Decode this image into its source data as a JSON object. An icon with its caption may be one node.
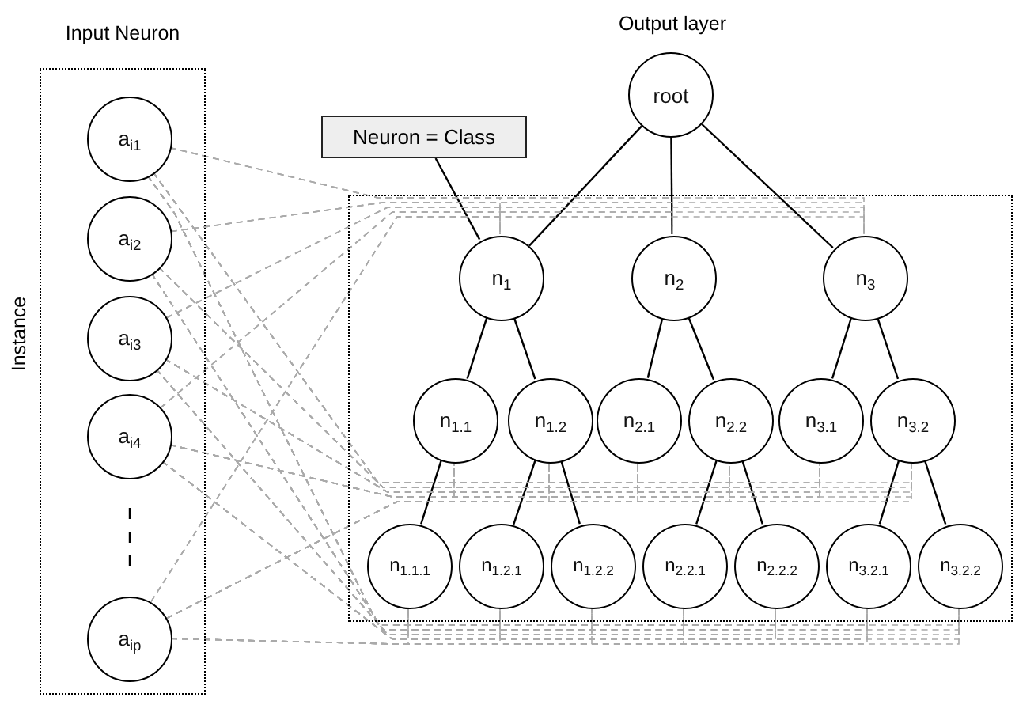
{
  "diagram": {
    "nodes": [
      {
        "text": [
          "Input Neuron"
        ],
        "beside": [
          "Instance"
        ]
      },
      {
        "text": [
          "a$_{i1}$"
        ],
        "in": 0
      },
      {
        "text": [
          "a$_{i2}$"
        ],
        "in": 0
      },
      {
        "text": [
          "a$_{i3}$"
        ],
        "in": 0
      },
      {
        "text": [
          "a$_{i4}$"
        ],
        "in": 0
      },
      {
        "text": [
          "a$_{ip}$"
        ],
        "in": 0
      },
      {
        "text": [
          "Neuron = Class"
        ]
      },
      {
        "text": [
          "root"
        ]
      },
      {
        "text": [],
        "shape": "box"
      },
      {
        "text": [
          "n$_{1}$"
        ],
        "in": 8
      },
      {
        "text": [
          "n$_{2}$"
        ],
        "in": 8
      },
      {
        "text": [
          "n$_{3}$"
        ],
        "in": 8
      },
      {
        "text": [
          "n$_{1.1}$"
        ],
        "in": 8
      },
      {
        "text": [
          "n$_{1.2}$"
        ],
        "in": 8
      },
      {
        "text": [
          "n$_{2.1}$"
        ],
        "in": 8
      },
      {
        "text": [
          "n$_{2.2}$"
        ],
        "in": 8
      },
      {
        "text": [
          "n$_{3.1}$"
        ],
        "in": 8
      },
      {
        "text": [
          "n$_{3.2}$"
        ],
        "in": 8
      },
      {
        "text": [
          "n$_{1.1.1}$"
        ],
        "in": 8
      },
      {
        "text": [
          "n$_{1.2.1}$"
        ],
        "in": 8
      },
      {
        "text": [
          "n$_{1.2.2}$"
        ],
        "in": 8
      },
      {
        "text": [
          "n$_{2.2.1}$"
        ],
        "in": 8
      },
      {
        "text": [
          "n$_{2.2.2}$"
        ],
        "in": 8
      },
      {
        "text": [
          "n$_{3.2.1}$"
        ],
        "in": 8
      },
      {
        "text": [
          "n$_{3.2.2}$"
        ],
        "in": 8
      }
    ],
    "edges": [
      {
        "from": 7,
        "to": 9,
        "arrow": "none",
        "color": "#000000"
      },
      {
        "from": 7,
        "to": 10,
        "arrow": "none",
        "color": "#000000"
      },
      {
        "from": 7,
        "to": 11,
        "arrow": "none",
        "color": "#000000"
      },
      {
        "from": 9,
        "to": 12,
        "arrow": "none",
        "color": "#000000"
      },
      {
        "from": 9,
        "to": 13,
        "arrow": "none",
        "color": "#000000"
      },
      {
        "from": 10,
        "to": 14,
        "arrow": "none",
        "color": "#000000"
      },
      {
        "from": 10,
        "to": 15,
        "arrow": "none",
        "color": "#000000"
      },
      {
        "from": 11,
        "to": 16,
        "arrow": "none",
        "color": "#000000"
      },
      {
        "from": 11,
        "to": 17,
        "arrow": "none",
        "color": "#000000"
      },
      {
        "from": 12,
        "to": 18,
        "arrow": "none",
        "color": "#000000"
      },
      {
        "from": 13,
        "to": 19,
        "arrow": "none",
        "color": "#000000"
      },
      {
        "from": 13,
        "to": 20,
        "arrow": "none",
        "color": "#000000"
      },
      {
        "from": 15,
        "to": 21,
        "arrow": "none",
        "color": "#000000"
      },
      {
        "from": 15,
        "to": 22,
        "arrow": "none",
        "color": "#000000"
      },
      {
        "from": 17,
        "to": 23,
        "arrow": "none",
        "color": "#000000"
      },
      {
        "from": 17,
        "to": 24,
        "arrow": "none",
        "color": "#000000"
      },
      {
        "from": 6,
        "to": 9,
        "arrow": "none",
        "color": "#000000"
      },
      {
        "from": 1,
        "to": 9,
        "arrow": "none",
        "style": "dashed"
      },
      {
        "from": 1,
        "to": 10,
        "arrow": "none",
        "style": "dashed"
      },
      {
        "from": 1,
        "to": 11,
        "arrow": "none",
        "style": "dashed"
      },
      {
        "from": 1,
        "to": 12,
        "arrow": "none",
        "style": "dashed"
      },
      {
        "from": 1,
        "to": 13,
        "arrow": "none",
        "style": "dashed"
      },
      {
        "from": 1,
        "to": 14,
        "arrow": "none",
        "style": "dashed"
      },
      {
        "from": 1,
        "to": 15,
        "arrow": "none",
        "style": "dashed"
      },
      {
        "from": 1,
        "to": 16,
        "arrow": "none",
        "style": "dashed"
      },
      {
        "from": 1,
        "to": 17,
        "arrow": "none",
        "style": "dashed"
      },
      {
        "from": 1,
        "to": 18,
        "arrow": "none",
        "style": "dashed"
      },
      {
        "from": 1,
        "to": 19,
        "arrow": "none",
        "style": "dashed"
      },
      {
        "from": 1,
        "to": 20,
        "arrow": "none",
        "style": "dashed"
      },
      {
        "from": 1,
        "to": 21,
        "arrow": "none",
        "style": "dashed"
      },
      {
        "from": 1,
        "to": 22,
        "arrow": "none",
        "style": "dashed"
      },
      {
        "from": 1,
        "to": 23,
        "arrow": "none",
        "style": "dashed"
      },
      {
        "from": 1,
        "to": 24,
        "arrow": "none",
        "style": "dashed"
      },
      {
        "from": 2,
        "to": 9,
        "arrow": "none",
        "style": "dashed"
      },
      {
        "from": 2,
        "to": 10,
        "arrow": "none",
        "style": "dashed"
      },
      {
        "from": 2,
        "to": 11,
        "arrow": "none",
        "style": "dashed"
      },
      {
        "from": 2,
        "to": 12,
        "arrow": "none",
        "style": "dashed"
      },
      {
        "from": 2,
        "to": 13,
        "arrow": "none",
        "style": "dashed"
      },
      {
        "from": 2,
        "to": 14,
        "arrow": "none",
        "style": "dashed"
      },
      {
        "from": 2,
        "to": 15,
        "arrow": "none",
        "style": "dashed"
      },
      {
        "from": 2,
        "to": 16,
        "arrow": "none",
        "style": "dashed"
      },
      {
        "from": 2,
        "to": 17,
        "arrow": "none",
        "style": "dashed"
      },
      {
        "from": 2,
        "to": 18,
        "arrow": "none",
        "style": "dashed"
      },
      {
        "from": 2,
        "to": 19,
        "arrow": "none",
        "style": "dashed"
      },
      {
        "from": 2,
        "to": 20,
        "arrow": "none",
        "style": "dashed"
      },
      {
        "from": 2,
        "to": 21,
        "arrow": "none",
        "style": "dashed"
      },
      {
        "from": 2,
        "to": 22,
        "arrow": "none",
        "style": "dashed"
      },
      {
        "from": 2,
        "to": 23,
        "arrow": "none",
        "style": "dashed"
      },
      {
        "from": 2,
        "to": 24,
        "arrow": "none",
        "style": "dashed"
      },
      {
        "from": 3,
        "to": 9,
        "arrow": "none",
        "style": "dashed"
      },
      {
        "from": 3,
        "to": 10,
        "arrow": "none",
        "style": "dashed"
      },
      {
        "from": 3,
        "to": 11,
        "arrow": "none",
        "style": "dashed"
      },
      {
        "from": 3,
        "to": 12,
        "arrow": "none",
        "style": "dashed"
      },
      {
        "from": 3,
        "to": 13,
        "arrow": "none",
        "style": "dashed"
      },
      {
        "from": 3,
        "to": 14,
        "arrow": "none",
        "style": "dashed"
      },
      {
        "from": 3,
        "to": 15,
        "arrow": "none",
        "style": "dashed"
      },
      {
        "from": 3,
        "to": 16,
        "arrow": "none",
        "style": "dashed"
      },
      {
        "from": 3,
        "to": 17,
        "arrow": "none",
        "style": "dashed"
      },
      {
        "from": 3,
        "to": 18,
        "arrow": "none",
        "style": "dashed"
      },
      {
        "from": 3,
        "to": 19,
        "arrow": "none",
        "style": "dashed"
      },
      {
        "from": 3,
        "to": 20,
        "arrow": "none",
        "style": "dashed"
      },
      {
        "from": 3,
        "to": 21,
        "arrow": "none",
        "style": "dashed"
      },
      {
        "from": 3,
        "to": 22,
        "arrow": "none",
        "style": "dashed"
      },
      {
        "from": 3,
        "to": 23,
        "arrow": "none",
        "style": "dashed"
      },
      {
        "from": 3,
        "to": 24,
        "arrow": "none",
        "style": "dashed"
      },
      {
        "from": 4,
        "to": 9,
        "arrow": "none",
        "style": "dashed"
      },
      {
        "from": 4,
        "to": 10,
        "arrow": "none",
        "style": "dashed"
      },
      {
        "from": 4,
        "to": 11,
        "arrow": "none",
        "style": "dashed"
      },
      {
        "from": 4,
        "to": 12,
        "arrow": "none",
        "style": "dashed"
      },
      {
        "from": 4,
        "to": 13,
        "arrow": "none",
        "style": "dashed"
      },
      {
        "from": 4,
        "to": 14,
        "arrow": "none",
        "style": "dashed"
      },
      {
        "from": 4,
        "to": 15,
        "arrow": "none",
        "style": "dashed"
      },
      {
        "from": 4,
        "to": 16,
        "arrow": "none",
        "style": "dashed"
      },
      {
        "from": 4,
        "to": 17,
        "arrow": "none",
        "style": "dashed"
      },
      {
        "from": 4,
        "to": 18,
        "arrow": "none",
        "style": "dashed"
      },
      {
        "from": 4,
        "to": 19,
        "arrow": "none",
        "style": "dashed"
      },
      {
        "from": 4,
        "to": 20,
        "arrow": "none",
        "style": "dashed"
      },
      {
        "from": 4,
        "to": 21,
        "arrow": "none",
        "style": "dashed"
      },
      {
        "from": 4,
        "to": 22,
        "arrow": "none",
        "style": "dashed"
      },
      {
        "from": 4,
        "to": 23,
        "arrow": "none",
        "style": "dashed"
      },
      {
        "from": 4,
        "to": 24,
        "arrow": "none",
        "style": "dashed"
      },
      {
        "from": 5,
        "to": 9,
        "arrow": "none",
        "style": "dashed"
      },
      {
        "from": 5,
        "to": 10,
        "arrow": "none",
        "style": "dashed"
      },
      {
        "from": 5,
        "to": 11,
        "arrow": "none",
        "style": "dashed"
      },
      {
        "from": 5,
        "to": 12,
        "arrow": "none",
        "style": "dashed"
      },
      {
        "from": 5,
        "to": 13,
        "arrow": "none",
        "style": "dashed"
      },
      {
        "from": 5,
        "to": 14,
        "arrow": "none",
        "style": "dashed"
      },
      {
        "from": 5,
        "to": 15,
        "arrow": "none",
        "style": "dashed"
      },
      {
        "from": 5,
        "to": 16,
        "arrow": "none",
        "style": "dashed"
      },
      {
        "from": 5,
        "to": 17,
        "arrow": "none",
        "style": "dashed"
      },
      {
        "from": 5,
        "to": 18,
        "arrow": "none",
        "style": "dashed"
      },
      {
        "from": 5,
        "to": 19,
        "arrow": "none",
        "style": "dashed"
      },
      {
        "from": 5,
        "to": 20,
        "arrow": "none",
        "style": "dashed"
      },
      {
        "from": 5,
        "to": 21,
        "arrow": "none",
        "style": "dashed"
      },
      {
        "from": 5,
        "to": 22,
        "arrow": "none",
        "style": "dashed"
      },
      {
        "from": 5,
        "to": 23,
        "arrow": "none",
        "style": "dashed"
      },
      {
        "from": 5,
        "to": 24,
        "arrow": "none",
        "style": "dashed"
      }
    ],
    "labels": [
      "Output layer"
    ]
  }
}
